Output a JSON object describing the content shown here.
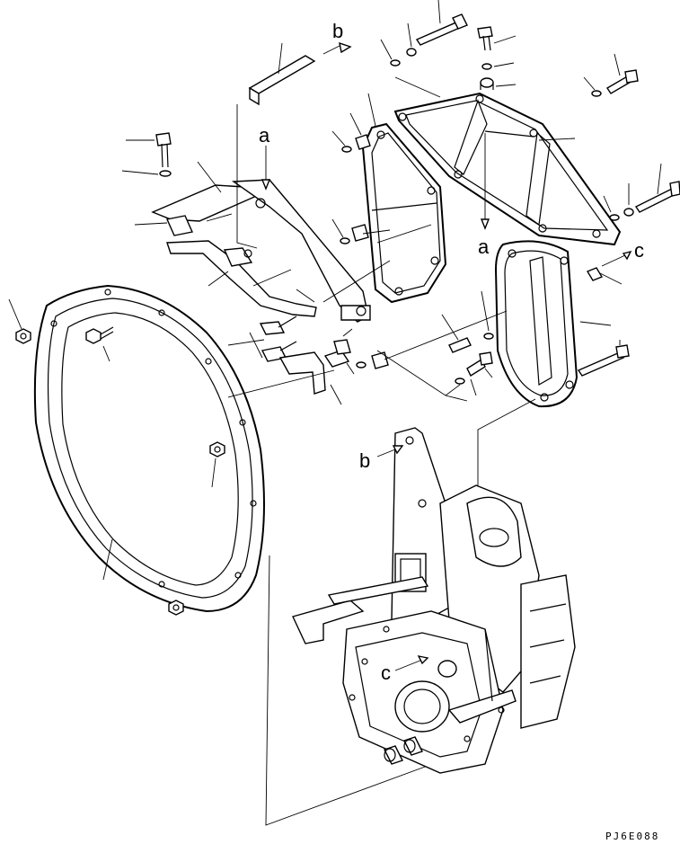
{
  "labels": {
    "a1": "a",
    "a2": "a",
    "b1": "b",
    "b2": "b",
    "c1": "c",
    "c2": "c"
  },
  "drawing_code": "PJ6E088"
}
